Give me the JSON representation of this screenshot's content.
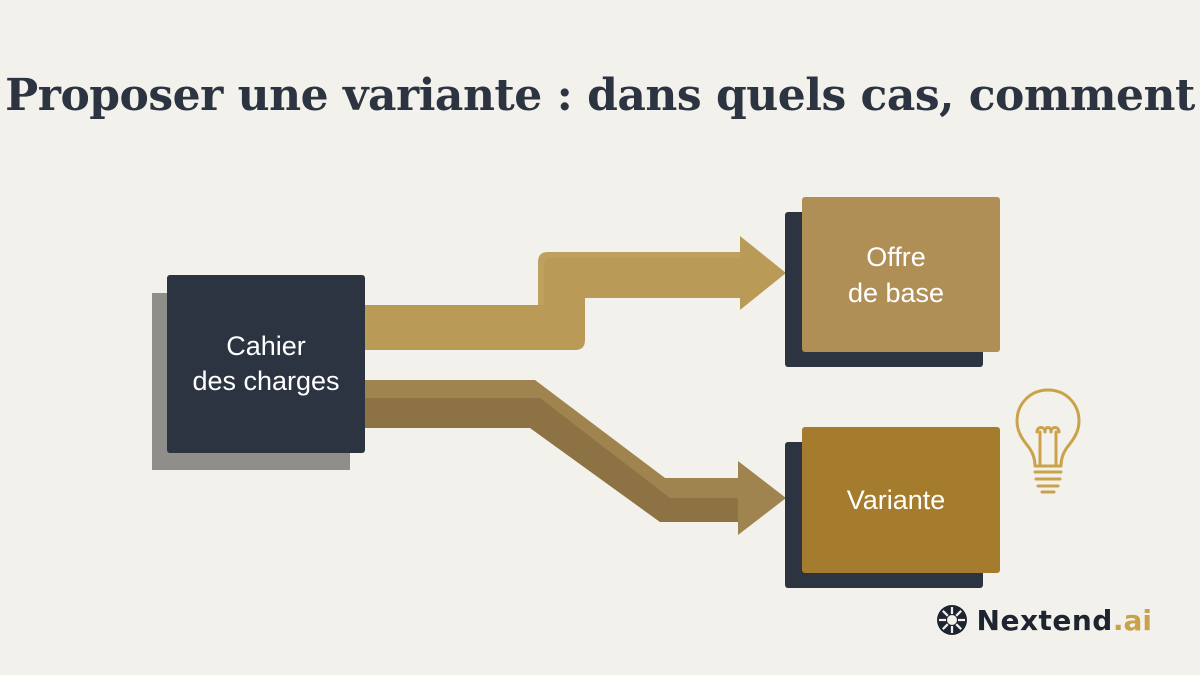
{
  "title": "Proposer une variante : dans quels cas, comment",
  "nodes": {
    "source": {
      "line1": "Cahier",
      "line2": "des charges"
    },
    "base": {
      "line1": "Offre",
      "line2": "de base"
    },
    "variant": {
      "label": "Variante"
    }
  },
  "icons": {
    "variant": "lightbulb-icon",
    "brand": "nextend-logo-mark-icon"
  },
  "brand": {
    "name": "Nextend",
    "tld": ".ai"
  },
  "colors": {
    "background": "#f3f1ec",
    "dark_navy": "#2b3440",
    "tan": "#b89a57",
    "bronze": "#a07a2e",
    "gold": "#c9a24a"
  }
}
